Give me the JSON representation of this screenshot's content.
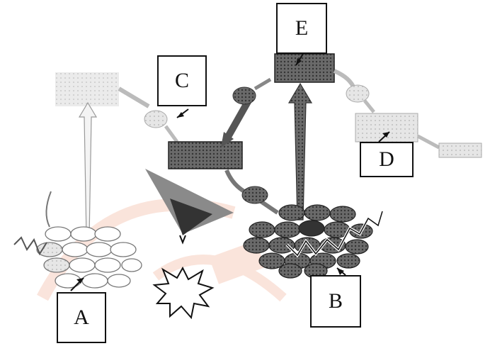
{
  "labels": {
    "a": "A",
    "b": "B",
    "c": "C",
    "d": "D",
    "e": "E"
  },
  "colors": {
    "ink": "#111111",
    "dark_block": "#555555",
    "light_block": "#dcdcdc",
    "watermark": "#f2b39a"
  },
  "icons": {
    "burst": "explosion-star-icon",
    "wedge": "cone-arrow-icon"
  }
}
